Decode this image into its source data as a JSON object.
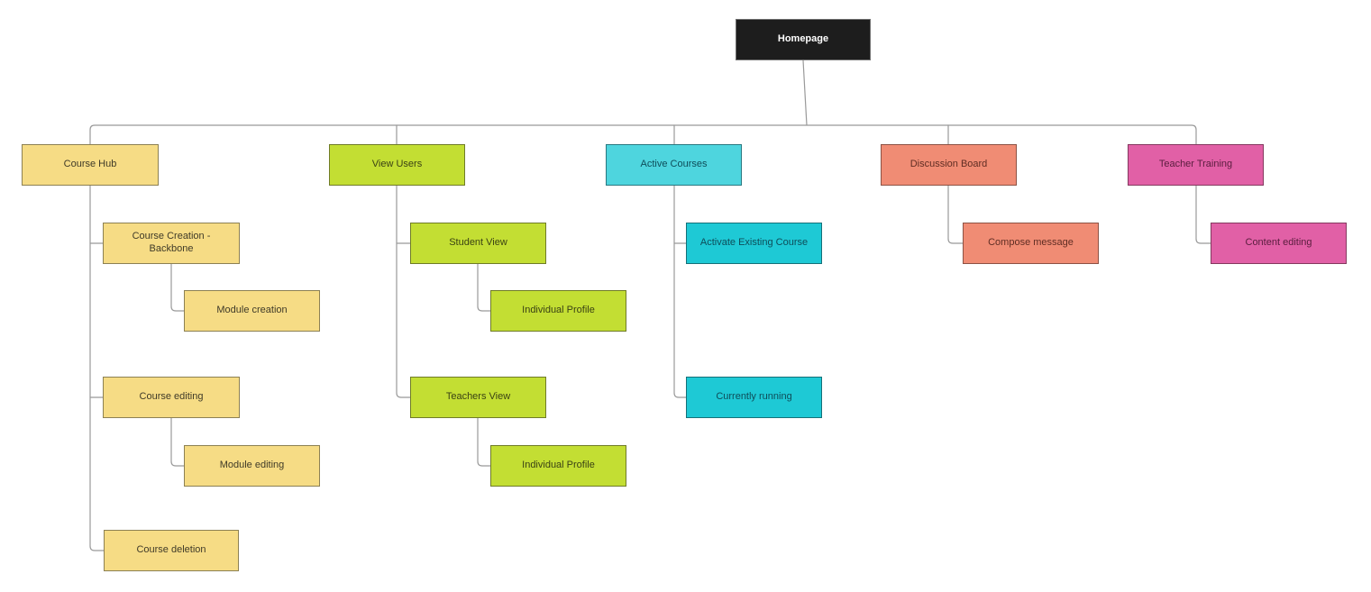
{
  "diagram": {
    "type": "sitemap-flowchart",
    "nodes": {
      "homepage": {
        "label": "Homepage"
      },
      "course_hub": {
        "label": "Course Hub"
      },
      "course_creation": {
        "label": "Course Creation -Backbone"
      },
      "module_creation": {
        "label": "Module creation"
      },
      "course_editing": {
        "label": "Course editing"
      },
      "module_editing": {
        "label": "Module editing"
      },
      "course_deletion": {
        "label": "Course deletion"
      },
      "view_users": {
        "label": "View Users"
      },
      "student_view": {
        "label": "Student View"
      },
      "student_individual_profile": {
        "label": "Individual Profile"
      },
      "teachers_view": {
        "label": "Teachers View"
      },
      "teachers_individual_profile": {
        "label": "Individual Profile"
      },
      "active_courses": {
        "label": "Active Courses"
      },
      "activate_existing_course": {
        "label": "Activate Existing Course"
      },
      "currently_running": {
        "label": "Currently running"
      },
      "discussion_board": {
        "label": "Discussion Board"
      },
      "compose_message": {
        "label": "Compose message"
      },
      "teacher_training": {
        "label": "Teacher Training"
      },
      "content_editing": {
        "label": "Content editing"
      }
    },
    "colors": {
      "homepage_bg": "#1d1d1d",
      "homepage_text": "#ffffff",
      "yellow": "#f6dc85",
      "green": "#c3de33",
      "cyan_parent": "#4ed5de",
      "cyan_child": "#1ec9d5",
      "salmon": "#f08c74",
      "pink": "#e160a6",
      "connector": "#999999",
      "background": "#ffffff"
    }
  }
}
